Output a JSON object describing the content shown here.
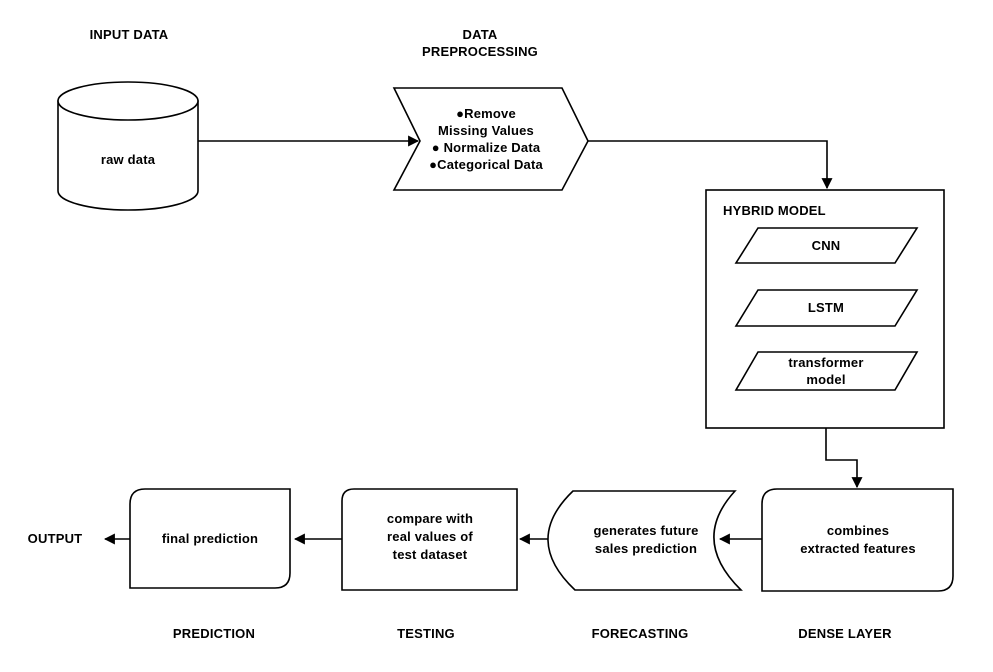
{
  "diagram": {
    "title_color": "#000000",
    "stroke_color": "#000000",
    "background_color": "#ffffff",
    "input": {
      "title": "INPUT DATA",
      "node": "raw data"
    },
    "preprocessing": {
      "title": "DATA\nPREPROCESSING",
      "items": "●Remove\nMissing Values\n● Normalize Data\n●Categorical Data"
    },
    "hybrid_model": {
      "title": "HYBRID MODEL",
      "node_cnn": "CNN",
      "node_lstm": "LSTM",
      "node_transformer": "transformer\nmodel"
    },
    "dense_layer": {
      "node": "combines\nextracted features",
      "label": "DENSE LAYER"
    },
    "forecasting": {
      "node": "generates future\nsales prediction",
      "label": "FORECASTING"
    },
    "testing": {
      "node": "compare with\nreal values of\ntest dataset",
      "label": "TESTING"
    },
    "prediction": {
      "node": "final prediction",
      "label": "PREDICTION"
    },
    "output": {
      "label": "OUTPUT"
    }
  }
}
